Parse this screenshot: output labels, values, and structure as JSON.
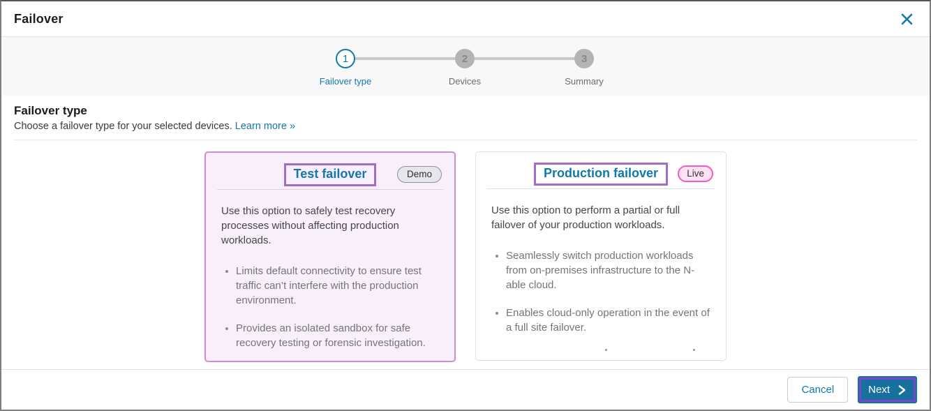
{
  "dialog": {
    "title": "Failover"
  },
  "stepper": {
    "steps": [
      {
        "number": "1",
        "label": "Failover type",
        "state": "active"
      },
      {
        "number": "2",
        "label": "Devices",
        "state": "upcoming"
      },
      {
        "number": "3",
        "label": "Summary",
        "state": "upcoming"
      }
    ]
  },
  "section": {
    "title": "Failover type",
    "subtitle": "Choose a failover type for your selected devices.",
    "link_label": "Learn more »"
  },
  "cards": [
    {
      "title": "Test failover",
      "badge": "Demo",
      "intro": "Use this option to safely test recovery processes without affecting production workloads.",
      "bullets": [
        "Limits default connectivity to ensure test traffic can’t interfere with the production environment.",
        "Provides an isolated sandbox for safe recovery testing or forensic investigation."
      ]
    },
    {
      "title": "Production failover",
      "badge": "Live",
      "intro": "Use this option to perform a partial or full failover of your production workloads.",
      "bullets": [
        "Seamlessly switch production workloads from on-premises infrastructure to the N-able cloud.",
        "Enables cloud-only operation in the event of a full site failover."
      ]
    }
  ],
  "footer": {
    "cancel_label": "Cancel",
    "next_label": "Next"
  },
  "colors": {
    "accent_blue": "#1278ab",
    "next_button_bg": "#16719f",
    "annotation_purple_title": "#a06ec9",
    "annotation_purple_next": "#7448c8",
    "test_card_bg": "#f9eefb",
    "test_card_border": "#d58ad9",
    "live_badge_border": "#ee5fc0",
    "live_badge_bg": "#fce1f4",
    "demo_badge_bg": "#e9e5ec",
    "step_inactive_gray": "#b4b4b4"
  }
}
